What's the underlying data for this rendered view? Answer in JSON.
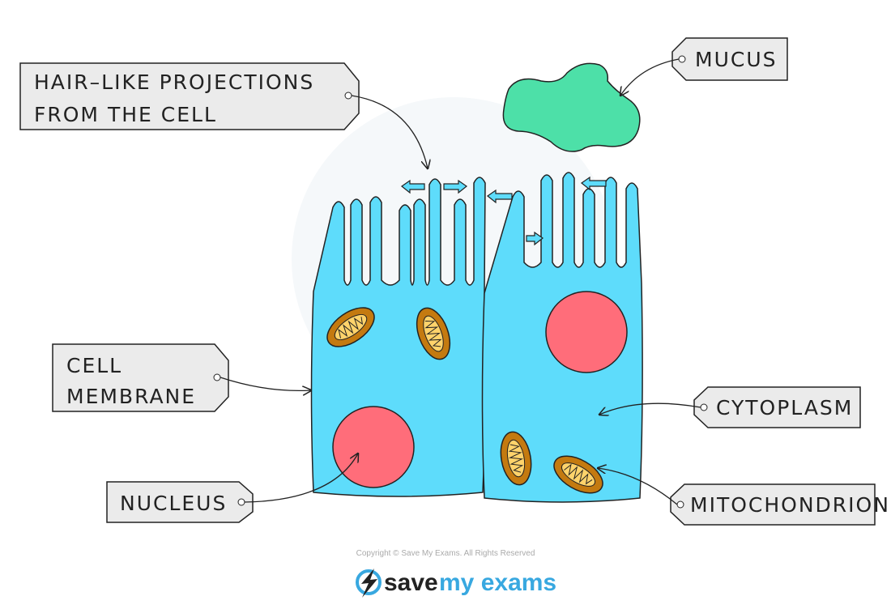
{
  "labels": {
    "hair_line1": "HAIR–LIKE  PROJECTIONS",
    "hair_line2": "FROM  THE  CELL",
    "mucus": "MUCUS",
    "membrane_line1": "CELL",
    "membrane_line2": "MEMBRANE",
    "nucleus": "NUCLEUS",
    "cytoplasm": "CYTOPLASM",
    "mitochondrion": "MITOCHONDRION"
  },
  "footer": {
    "copyright": "Copyright © Save My Exams. All Rights Reserved",
    "logo_save": "save",
    "logo_myexams": "my exams"
  },
  "colors": {
    "cell": "#5edcfb",
    "nucleus": "#ff6d7a",
    "mucus": "#4de0a8",
    "mitochondria": "#c47a10",
    "cristae": "#ffd36b",
    "tag": "#ebebeb",
    "brand": "#38a8e0"
  }
}
